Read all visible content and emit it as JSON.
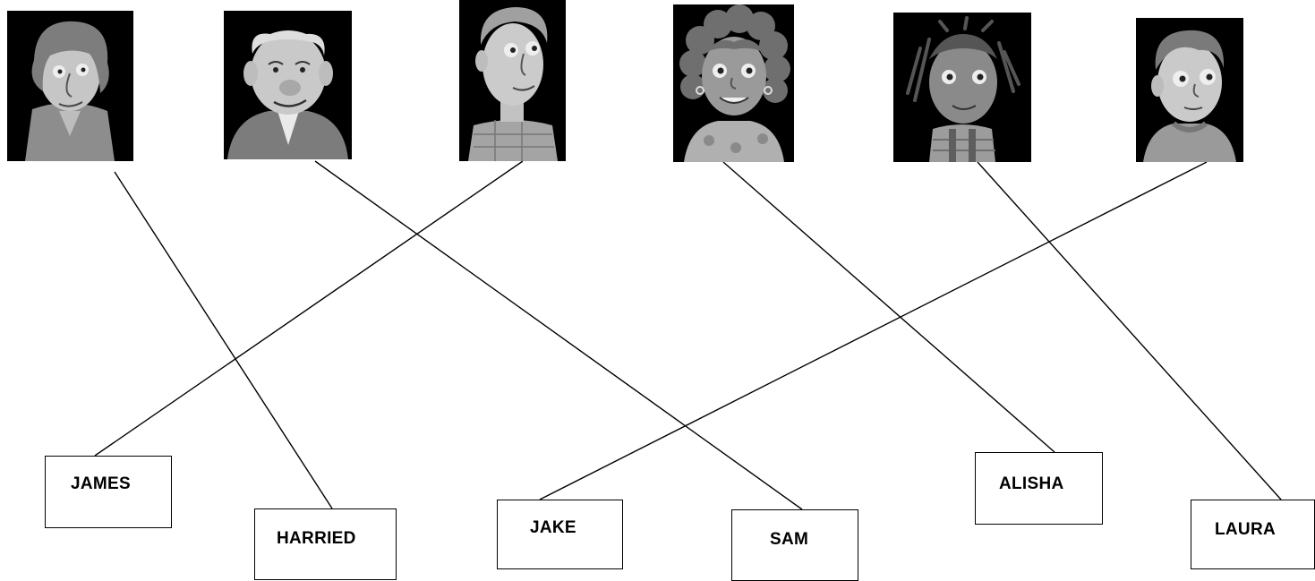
{
  "portraits": [
    {
      "id": "old-man-1",
      "icon": "elderly-man-portrait-icon"
    },
    {
      "id": "old-man-2",
      "icon": "grandfather-portrait-icon"
    },
    {
      "id": "young-man",
      "icon": "young-man-portrait-icon"
    },
    {
      "id": "curly-woman",
      "icon": "curly-hair-woman-portrait-icon"
    },
    {
      "id": "braids-girl",
      "icon": "braided-hair-girl-portrait-icon"
    },
    {
      "id": "boy",
      "icon": "boy-portrait-icon"
    }
  ],
  "names": {
    "james": "JAMES",
    "harried": "HARRIED",
    "jake": "JAKE",
    "sam": "SAM",
    "alisha": "ALISHA",
    "laura": "LAURA"
  },
  "matches": [
    {
      "portrait": "old-man-1",
      "name": "HARRIED"
    },
    {
      "portrait": "old-man-2",
      "name": "SAM"
    },
    {
      "portrait": "young-man",
      "name": "JAMES"
    },
    {
      "portrait": "curly-woman",
      "name": "ALISHA"
    },
    {
      "portrait": "braids-girl",
      "name": "LAURA"
    },
    {
      "portrait": "boy",
      "name": "JAKE"
    }
  ],
  "colors": {
    "background": "#ffffff",
    "line": "#000000",
    "portrait_bg": "#000000",
    "skin": "#c4c4c4",
    "hair": "#8a8a8a",
    "clothes": "#9e9e9e"
  }
}
